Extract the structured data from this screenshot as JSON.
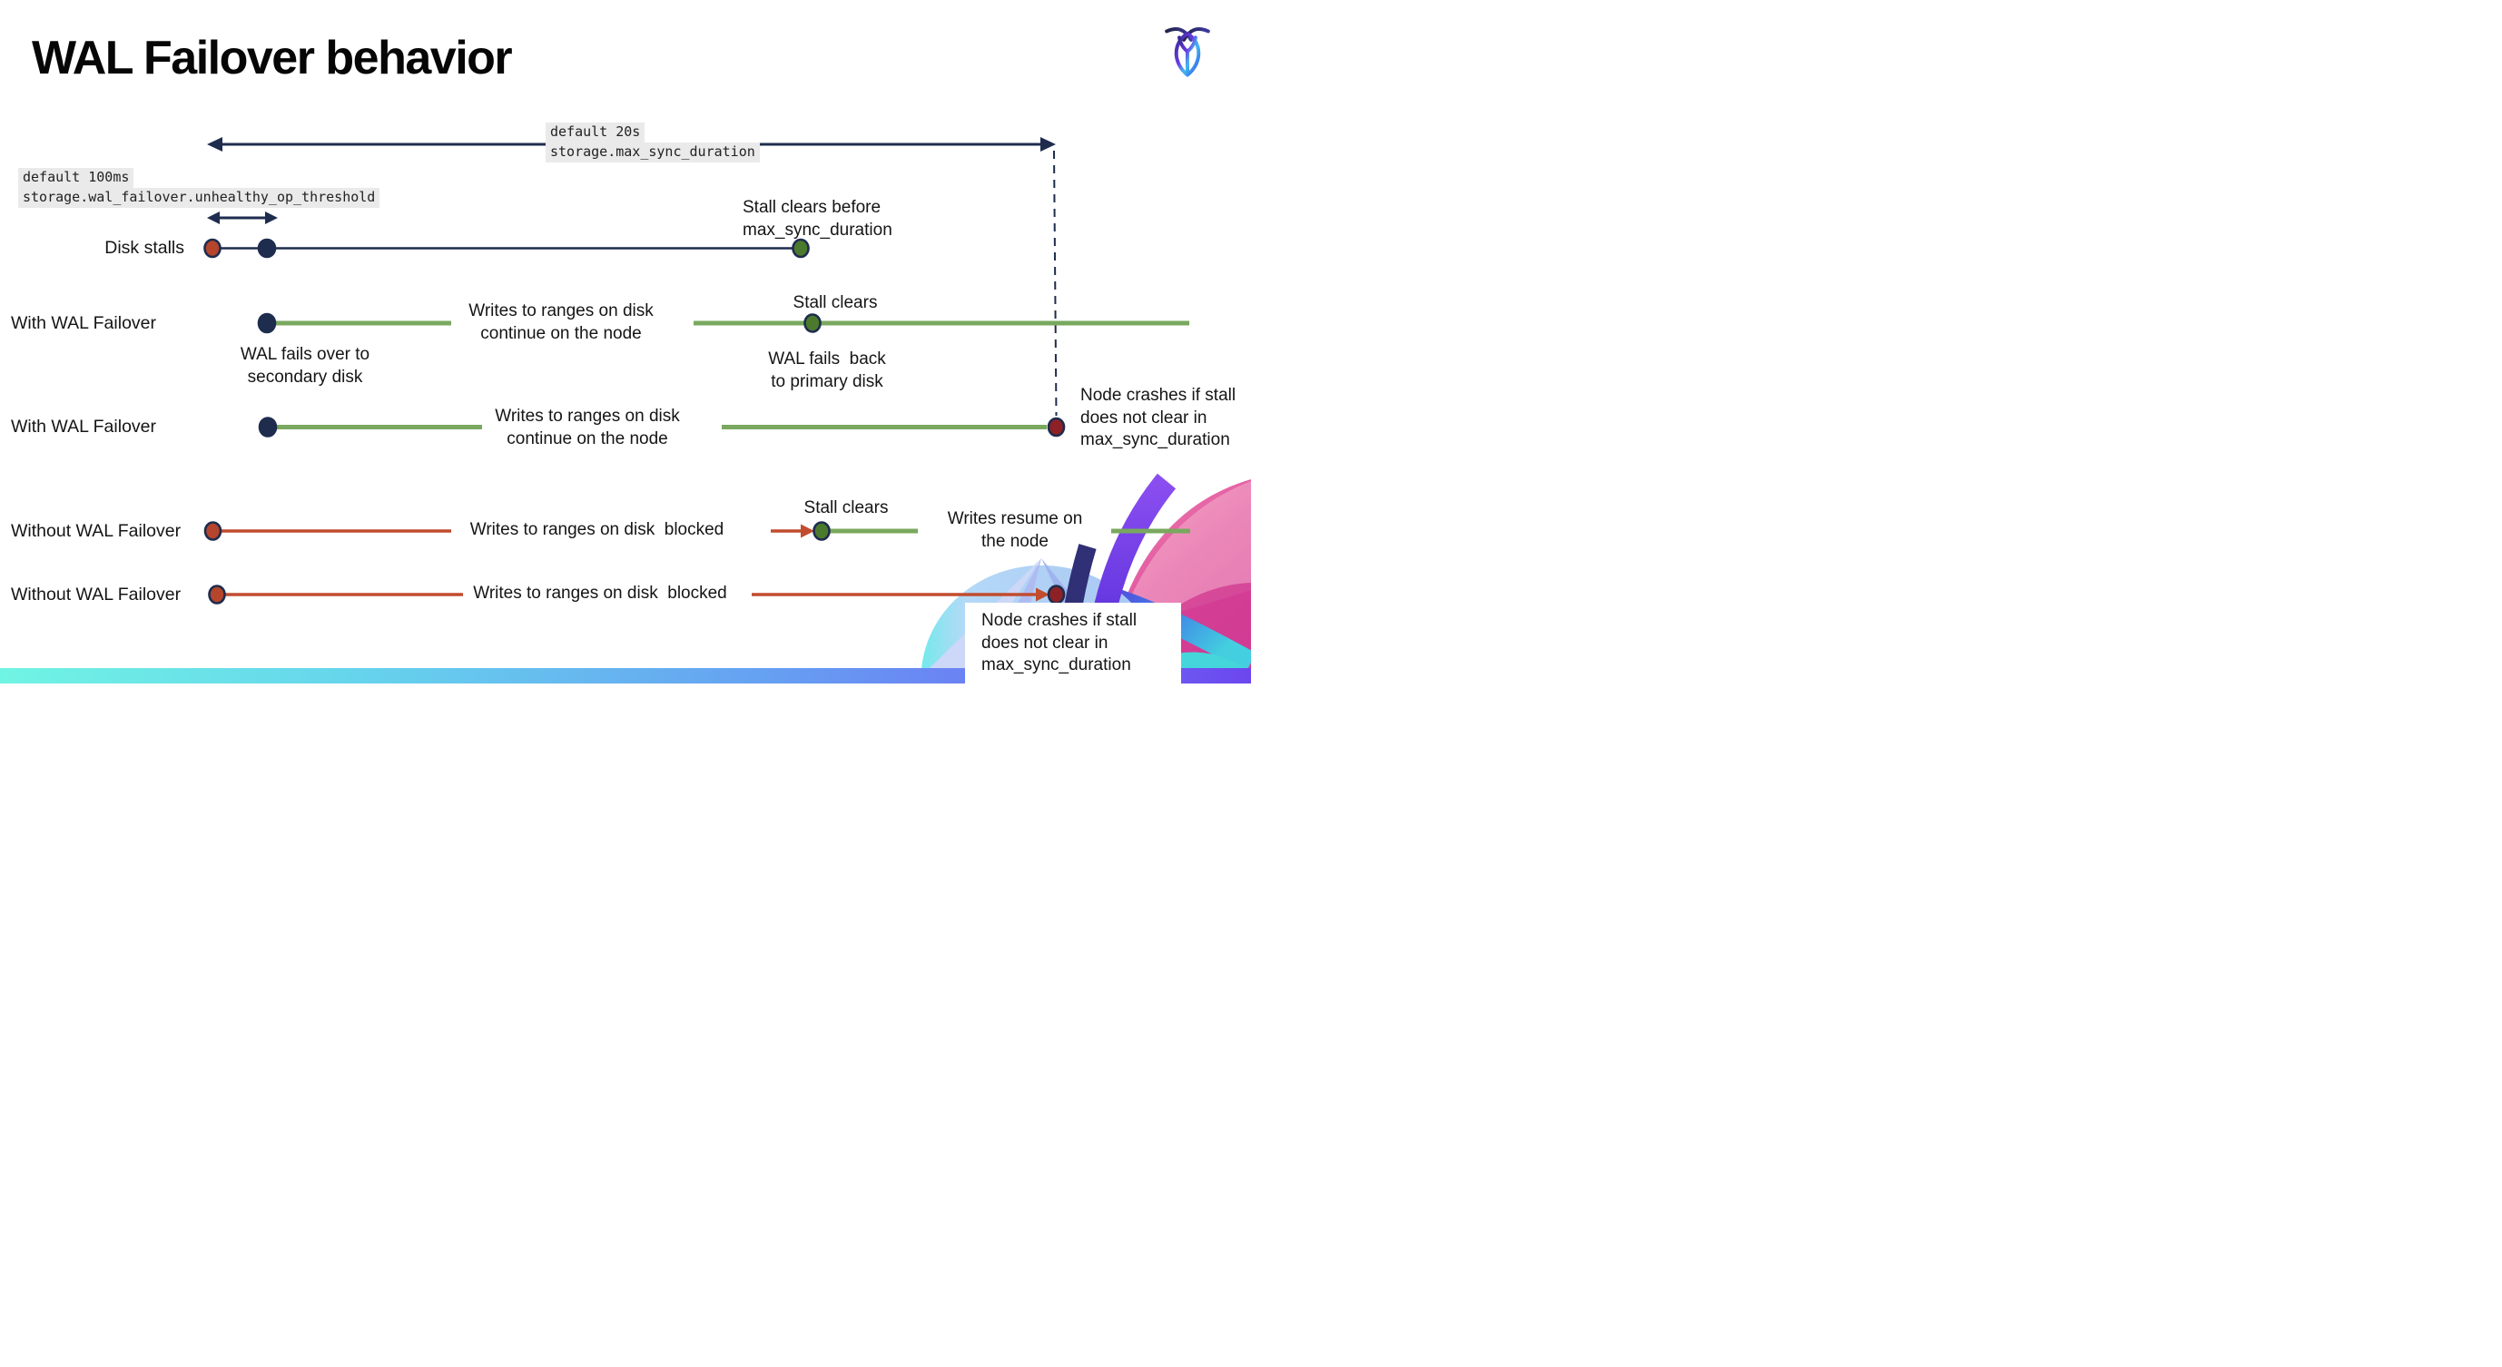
{
  "slide": {
    "title": "WAL Failover behavior",
    "logo": "cockroach-logo"
  },
  "settings_labels": {
    "max_sync_duration": {
      "default": "default 20s",
      "setting": "storage.max_sync_duration"
    },
    "unhealthy_op_threshold": {
      "default": "default 100ms",
      "setting": "storage.wal_failover.unhealthy_op_threshold"
    }
  },
  "rows": [
    {
      "label": "Disk stalls"
    },
    {
      "label": "With WAL Failover"
    },
    {
      "label": "With WAL Failover"
    },
    {
      "label": "Without WAL Failover"
    },
    {
      "label": "Without WAL Failover"
    }
  ],
  "callouts": {
    "stall_clears_before": "Stall clears before\nmax_sync_duration",
    "stall_clears": "Stall clears",
    "wal_fails_over": "WAL fails over to\nsecondary disk",
    "wal_fails_back": "WAL fails  back\nto primary disk",
    "writes_continue": "Writes to ranges on disk\ncontinue on the node",
    "writes_blocked": "Writes to ranges on disk  blocked",
    "writes_resume": "Writes resume on\nthe node",
    "node_crashes": "Node crashes if stall\ndoes not clear in\nmax_sync_duration"
  },
  "colors": {
    "navy": "#1e2c4e",
    "stall_dot_red": "#b5452c",
    "line_red": "#c14c2e",
    "crash_dot_red": "#8e2125",
    "green_line": "#79a85e",
    "green_dot": "#4c7a2d",
    "setting_label_bg": "#eaeaea",
    "footer_gradient": [
      "#70f4e3",
      "#66d5ec",
      "#669ff2",
      "#6c46ef"
    ]
  }
}
